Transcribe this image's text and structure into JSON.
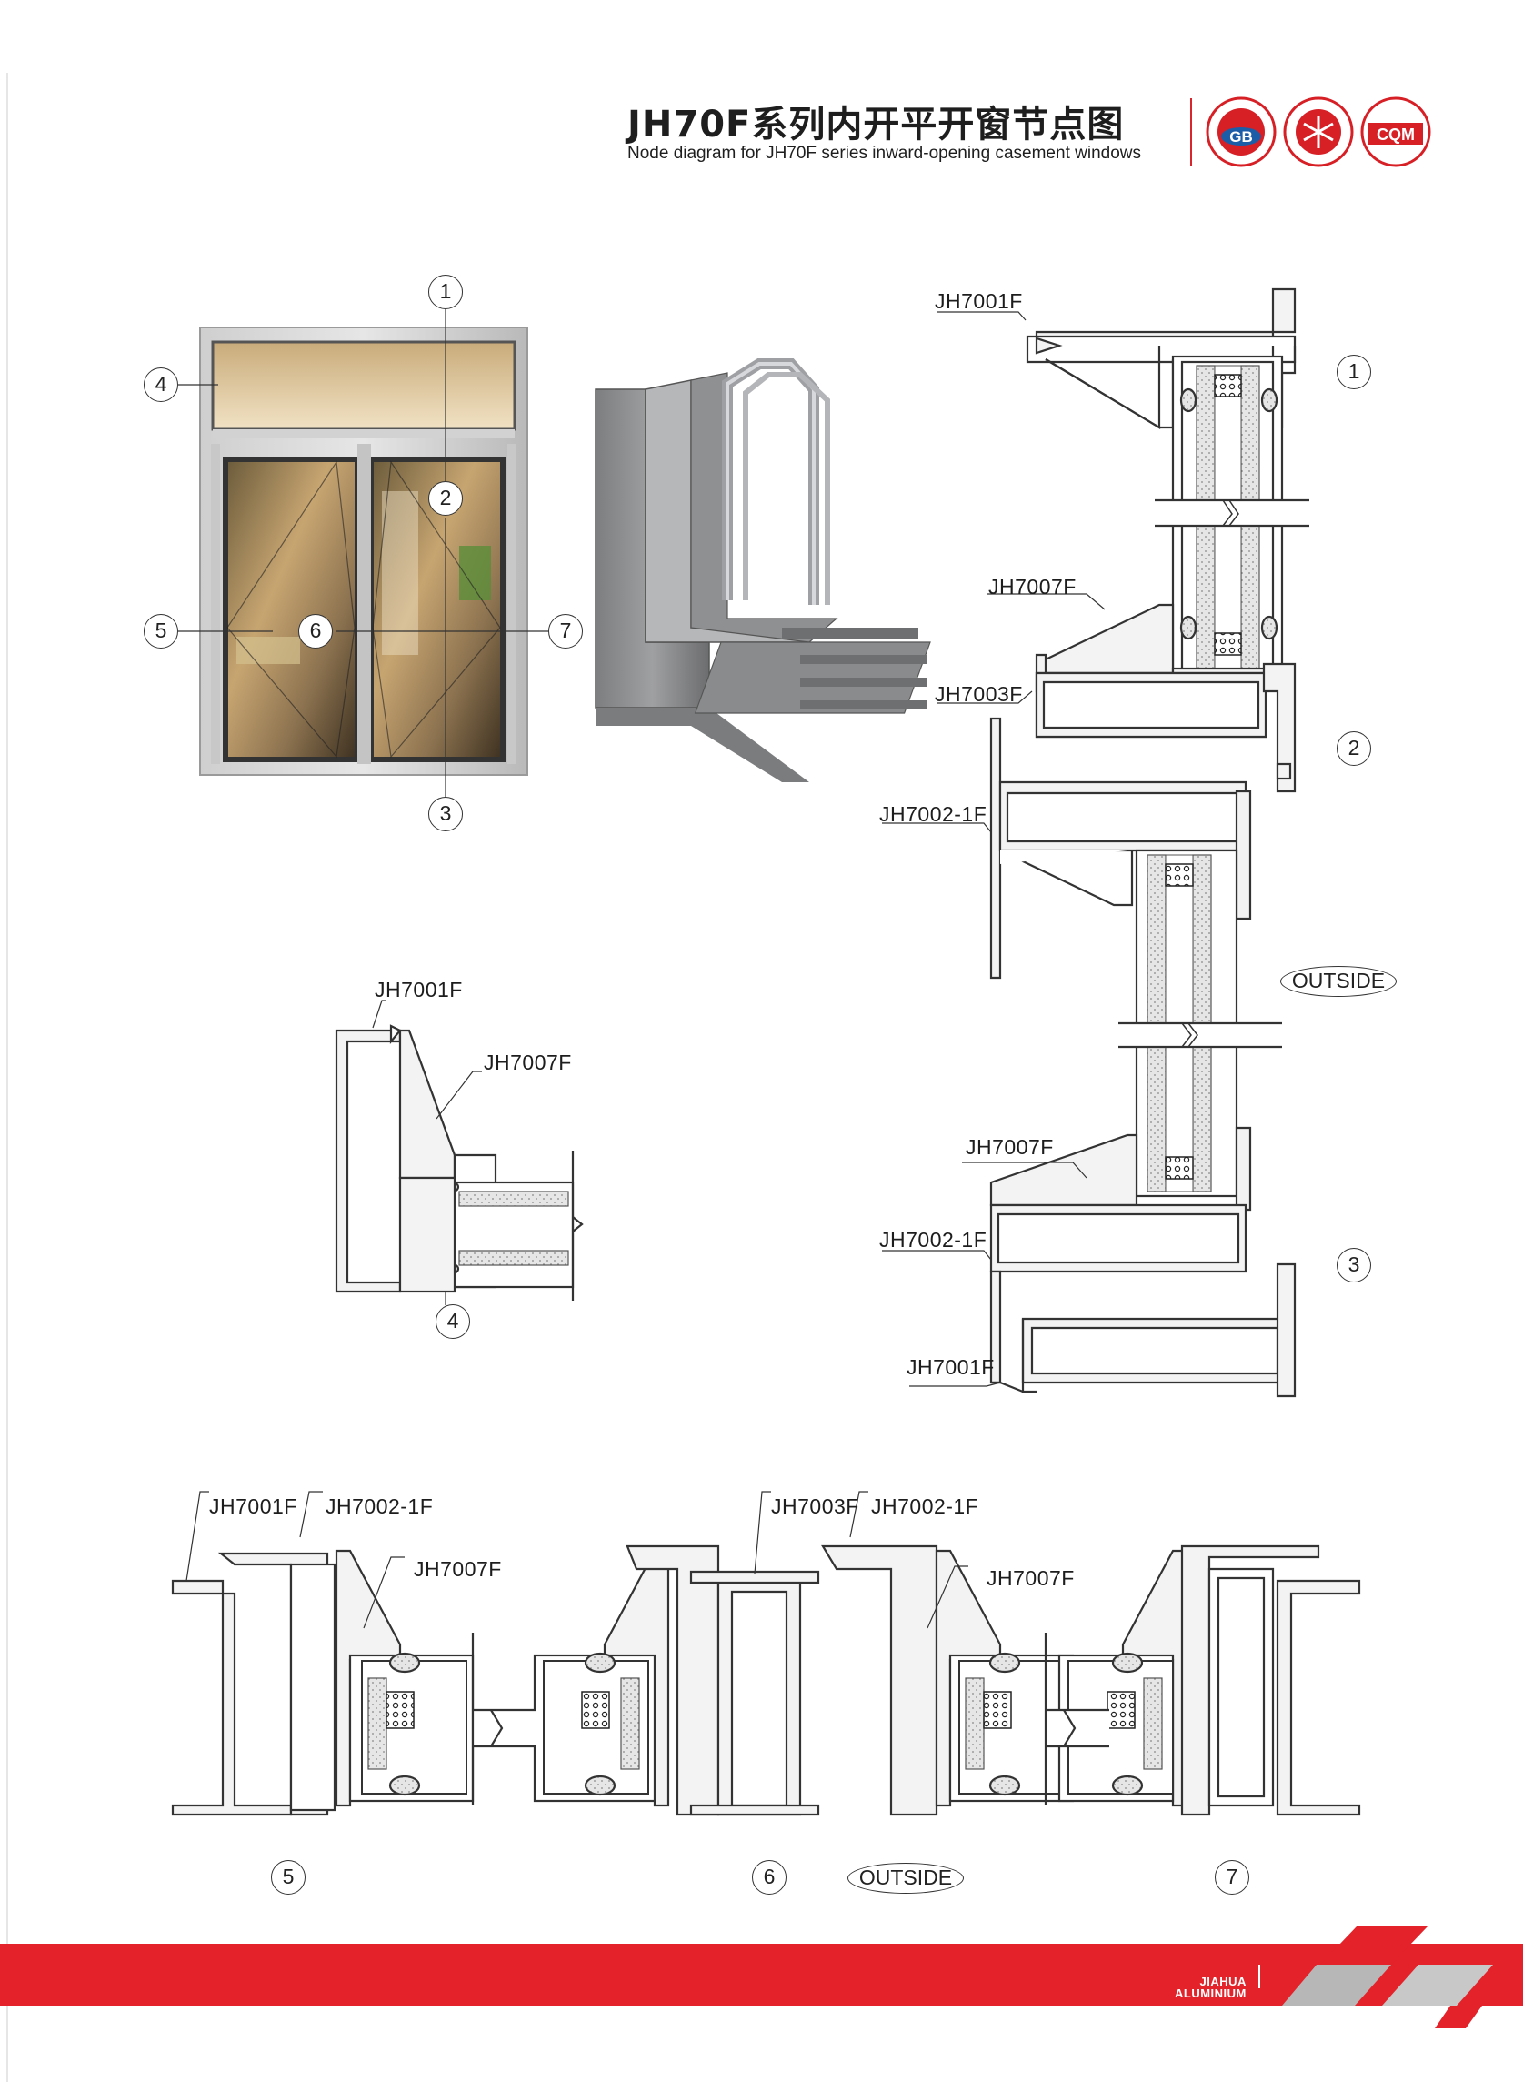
{
  "header": {
    "title": "JH70F系列内开平开窗节点图",
    "subtitle": "Node diagram for JH70F series inward-opening casement windows"
  },
  "certifications": [
    {
      "name": "gb-seal",
      "text": "GB"
    },
    {
      "name": "snowflake-seal",
      "text": ""
    },
    {
      "name": "cqm-seal",
      "text": "CQM"
    }
  ],
  "window_markers": {
    "m1": "1",
    "m2": "2",
    "m3": "3",
    "m4": "4",
    "m5": "5",
    "m6": "6",
    "m7": "7"
  },
  "section_right": {
    "labels": {
      "top": "JH7001F",
      "sash_upper": "JH7007F",
      "transom": "JH7003F",
      "sash_frame": "JH7002-1F",
      "sash_lower": "JH7007F",
      "sash_frame_lower": "JH7002-1F",
      "bottom": "JH7001F"
    },
    "markers": {
      "m1": "1",
      "m2": "2",
      "m3": "3"
    },
    "outside": "OUTSIDE"
  },
  "section_mid": {
    "labels": {
      "frame": "JH7001F",
      "sash": "JH7007F"
    },
    "marker": "4"
  },
  "section_bottom": {
    "labels": {
      "frame_left": "JH7001F",
      "sash_frame_left": "JH7002-1F",
      "sash_left": "JH7007F",
      "mullion": "JH7003F",
      "sash_frame_right": "JH7002-1F",
      "sash_right": "JH7007F"
    },
    "markers": {
      "m5": "5",
      "m6": "6",
      "m7": "7"
    },
    "outside": "OUTSIDE"
  },
  "footer": {
    "brand_line1": "JIAHUA",
    "brand_line2": "ALUMINIUM"
  },
  "colors": {
    "accent_red": "#e3222a",
    "profile_fill": "#f2f2f2",
    "insulation": "#e0e0e0",
    "line": "#333333"
  }
}
